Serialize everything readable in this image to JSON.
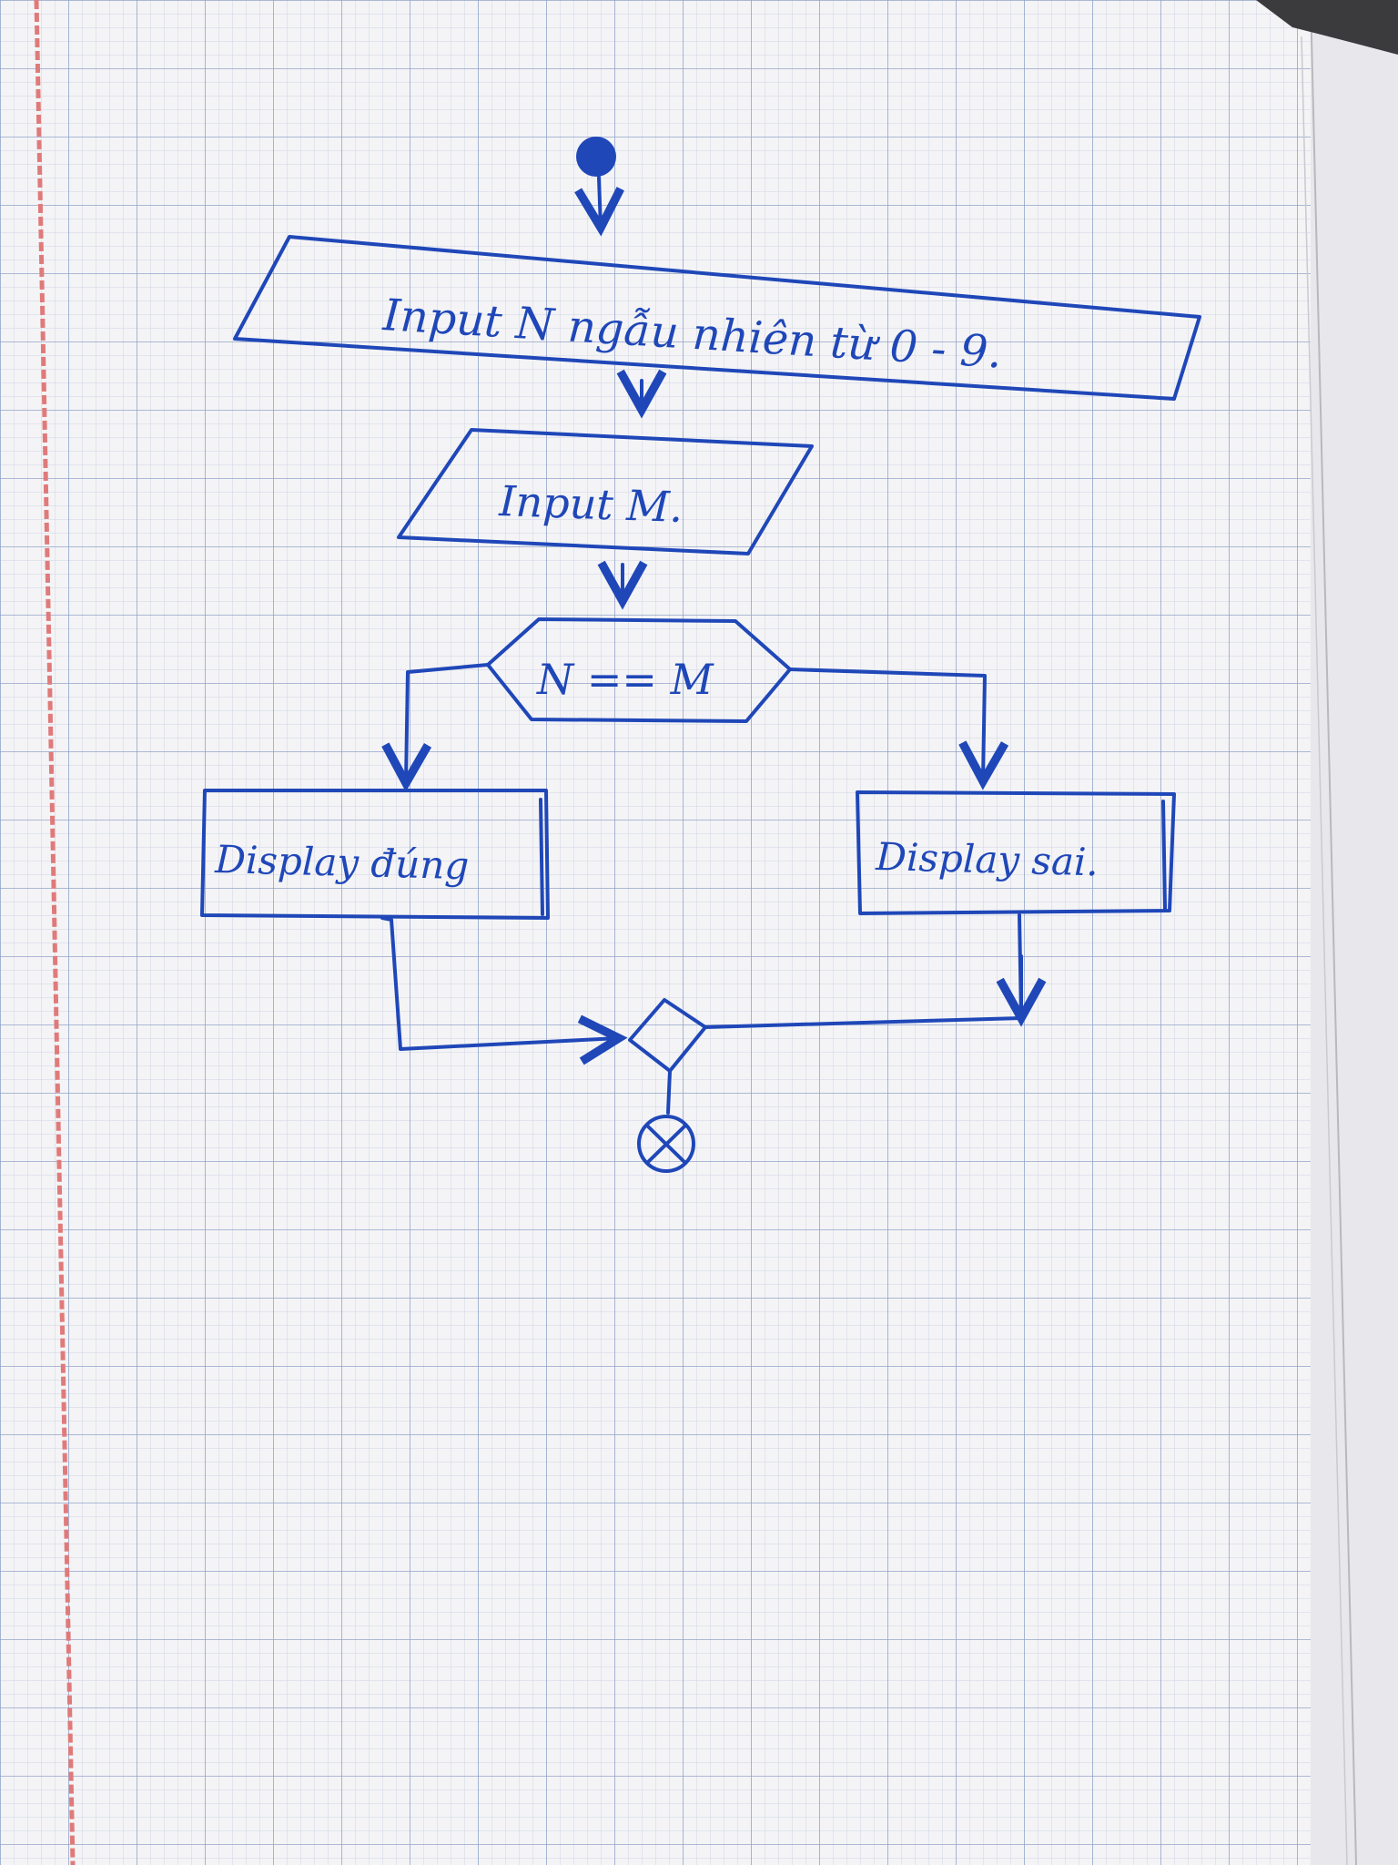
{
  "diagram": {
    "ink_color": "#1f47b8",
    "paper_color": "#f4f4f6",
    "grid_minor_color": "#c9cfe0",
    "grid_major_color": "#8fa0c8",
    "margin_line_color": "#e07a7a",
    "nodes": [
      {
        "id": "start",
        "kind": "initial-node",
        "label": ""
      },
      {
        "id": "input_n",
        "kind": "input-parallelogram",
        "label": "Input N ngẫu nhiên từ 0 - 9."
      },
      {
        "id": "input_m",
        "kind": "input-parallelogram",
        "label": "Input M."
      },
      {
        "id": "decision",
        "kind": "decision-hexagon",
        "label": "N == M"
      },
      {
        "id": "display_dung",
        "kind": "process-box",
        "label": "Display đúng"
      },
      {
        "id": "display_sai",
        "kind": "process-box",
        "label": "Display sai."
      },
      {
        "id": "merge",
        "kind": "merge-diamond",
        "label": ""
      },
      {
        "id": "end",
        "kind": "final-node",
        "label": ""
      }
    ],
    "edges": [
      {
        "from": "start",
        "to": "input_n"
      },
      {
        "from": "input_n",
        "to": "input_m"
      },
      {
        "from": "input_m",
        "to": "decision"
      },
      {
        "from": "decision",
        "to": "display_dung"
      },
      {
        "from": "decision",
        "to": "display_sai"
      },
      {
        "from": "display_dung",
        "to": "merge"
      },
      {
        "from": "display_sai",
        "to": "merge"
      },
      {
        "from": "merge",
        "to": "end"
      }
    ]
  }
}
